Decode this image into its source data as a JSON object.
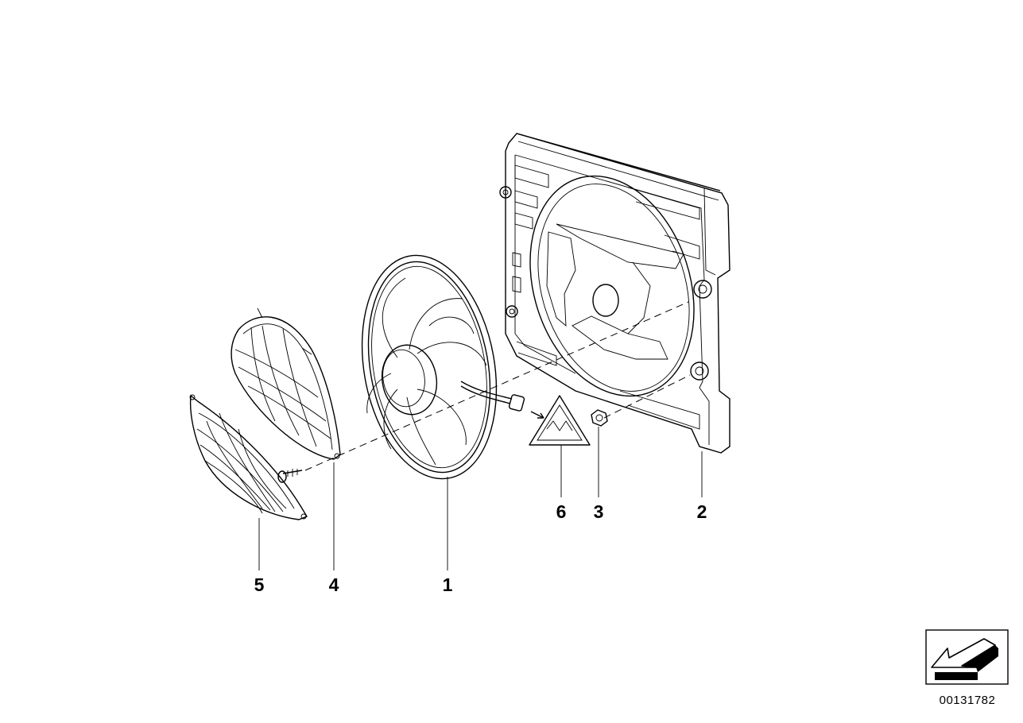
{
  "diagram": {
    "callouts": [
      {
        "id": "1",
        "label": "1"
      },
      {
        "id": "2",
        "label": "2"
      },
      {
        "id": "3",
        "label": "3"
      },
      {
        "id": "4",
        "label": "4"
      },
      {
        "id": "5",
        "label": "5"
      },
      {
        "id": "6",
        "label": "6"
      }
    ],
    "reference_number": "00131782",
    "parts": [
      {
        "callout": "1",
        "icon": "fan-with-motor-icon"
      },
      {
        "callout": "2",
        "icon": "fan-shroud-icon"
      },
      {
        "callout": "3",
        "icon": "hex-nut-icon"
      },
      {
        "callout": "4",
        "icon": "fan-guard-icon"
      },
      {
        "callout": "5",
        "icon": "fan-guard-cover-icon"
      },
      {
        "callout": "6",
        "icon": "warning-label-icon"
      }
    ],
    "orientation_icon": "arrow-left-down-icon"
  }
}
